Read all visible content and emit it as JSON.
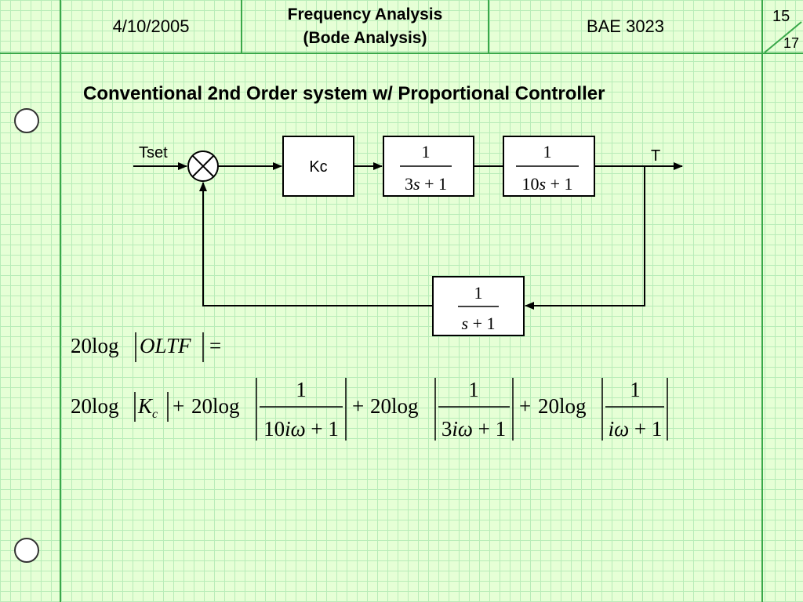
{
  "header": {
    "date": "4/10/2005",
    "title_line1": "Frequency Analysis",
    "title_line2": "(Bode Analysis)",
    "course": "BAE 3023",
    "page_current": "15",
    "page_total": "17"
  },
  "slide_title": "Conventional 2nd Order system w/ Proportional Controller",
  "diagram": {
    "input_label": "Tset",
    "output_label": "T",
    "controller_label": "Kc",
    "block1": {
      "num": "1",
      "den_coef": "3",
      "den_var": "s",
      "den_rest": " + 1"
    },
    "block2": {
      "num": "1",
      "den_coef": "10",
      "den_var": "s",
      "den_rest": " + 1"
    },
    "feedback": {
      "num": "1",
      "den_var": "s",
      "den_rest": " + 1"
    }
  },
  "equation": {
    "line1_prefix": "20log",
    "line1_arg": "OLTF",
    "line1_eq": "=",
    "term_prefix": "20log",
    "gain_symbol": "K",
    "gain_sub": "c",
    "plus": "+",
    "terms": [
      {
        "num": "1",
        "den_coef": "10",
        "den_var": "iω",
        "den_rest": " + 1"
      },
      {
        "num": "1",
        "den_coef": "3",
        "den_var": "iω",
        "den_rest": " + 1"
      },
      {
        "num": "1",
        "den_coef": "",
        "den_var": "iω",
        "den_rest": " + 1"
      }
    ]
  }
}
